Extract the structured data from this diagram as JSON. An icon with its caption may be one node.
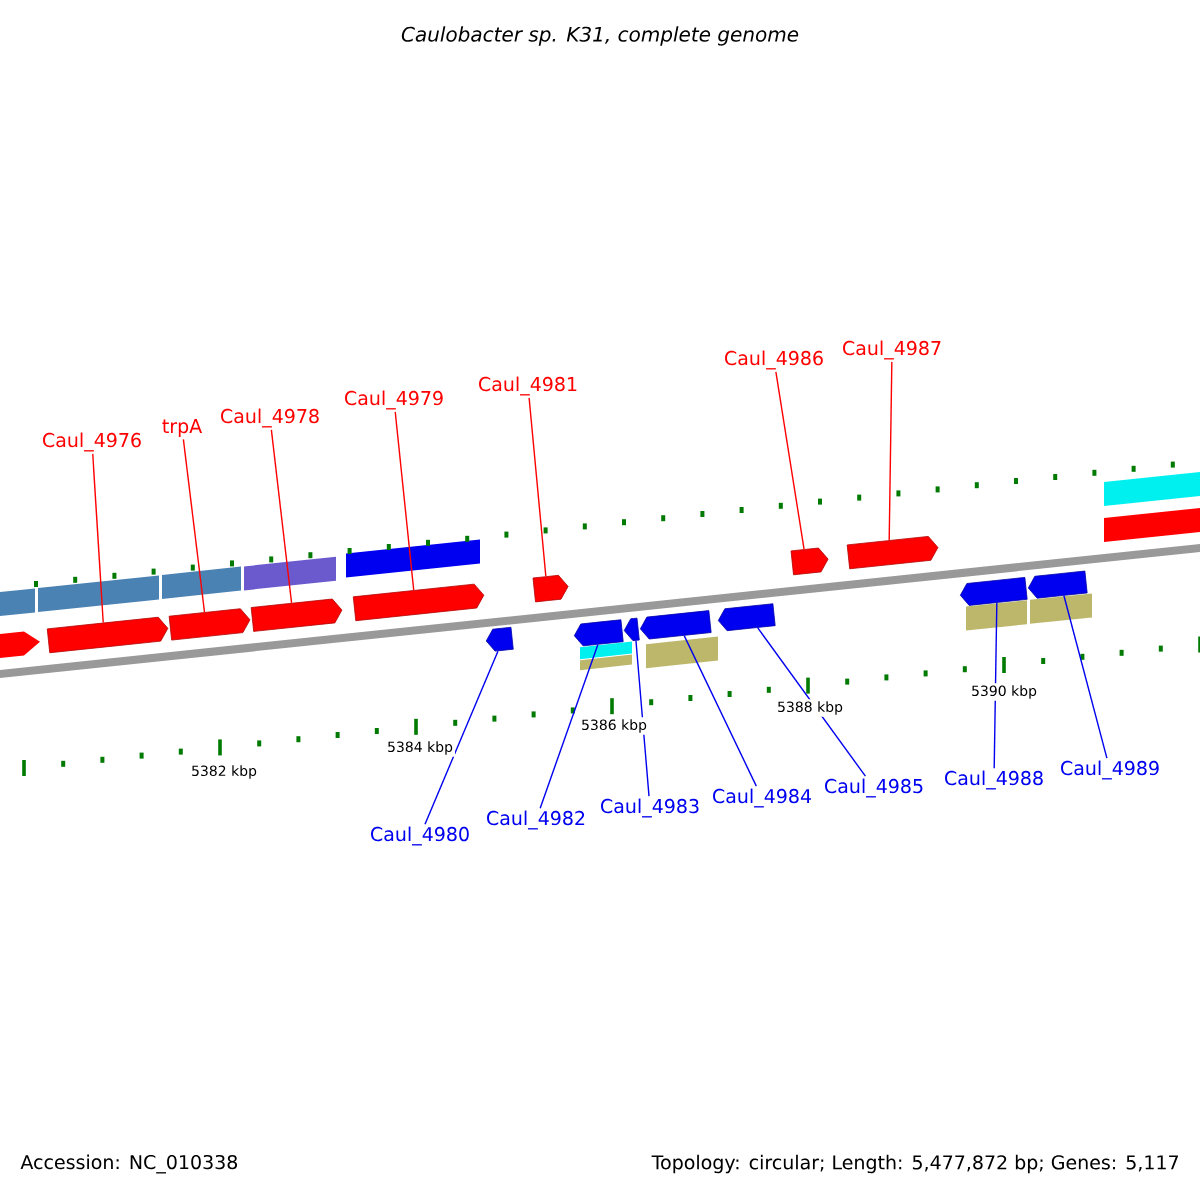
{
  "diagram": {
    "title": "Caulobacter sp. K31, complete genome",
    "nodes": [
      {
        "text": [
          "Caul_4976"
        ]
      },
      {
        "text": [
          "trpA"
        ]
      },
      {
        "text": [
          "Caul_4978"
        ]
      },
      {
        "text": [
          "Caul_4979"
        ]
      },
      {
        "text": [
          "Caul_4981"
        ]
      },
      {
        "text": [
          "Caul_4986"
        ]
      },
      {
        "text": [
          "Caul_4987"
        ]
      },
      {
        "text": [
          "Caul_4980"
        ]
      },
      {
        "text": [
          "Caul_4982"
        ]
      },
      {
        "text": [
          "Caul_4983"
        ]
      },
      {
        "text": [
          "Caul_4984"
        ]
      },
      {
        "text": [
          "Caul_4985"
        ]
      },
      {
        "text": [
          "Caul_4988"
        ]
      },
      {
        "text": [
          "Caul_4989"
        ]
      },
      {
        "text": [],
        "shape": "arrow"
      },
      {
        "text": [],
        "shape": "arrow"
      },
      {
        "text": [],
        "shape": "arrow"
      },
      {
        "text": [],
        "shape": "arrow"
      },
      {
        "text": [],
        "shape": "arrow"
      },
      {
        "text": [],
        "shape": "arrow"
      },
      {
        "text": [],
        "shape": "arrow"
      },
      {
        "text": [],
        "shape": "arrow"
      },
      {
        "text": [],
        "shape": "arrow"
      },
      {
        "text": [],
        "shape": "arrow"
      },
      {
        "text": [],
        "shape": "arrow"
      },
      {
        "text": [],
        "shape": "arrow"
      },
      {
        "text": [],
        "shape": "arrow"
      },
      {
        "text": [],
        "shape": "arrow"
      }
    ],
    "edges": [
      {
        "from": 0,
        "to": 14,
        "arrow": "none",
        "color": "#ff0000"
      },
      {
        "from": 1,
        "to": 15,
        "arrow": "none",
        "color": "#ff0000"
      },
      {
        "from": 2,
        "to": 16,
        "arrow": "none",
        "color": "#ff0000"
      },
      {
        "from": 3,
        "to": 17,
        "arrow": "none",
        "color": "#ff0000"
      },
      {
        "from": 4,
        "to": 18,
        "arrow": "none",
        "color": "#ff0000"
      },
      {
        "from": 5,
        "to": 19,
        "arrow": "none",
        "color": "#ff0000"
      },
      {
        "from": 6,
        "to": 20,
        "arrow": "none",
        "color": "#ff0000"
      },
      {
        "from": 7,
        "to": 21,
        "arrow": "none",
        "color": "#0000f0"
      },
      {
        "from": 8,
        "to": 22,
        "arrow": "none",
        "color": "#0000f0"
      },
      {
        "from": 9,
        "to": 23,
        "arrow": "none",
        "color": "#0000f0"
      },
      {
        "from": 10,
        "to": 24,
        "arrow": "none",
        "color": "#0000f0"
      },
      {
        "from": 11,
        "to": 25,
        "arrow": "none",
        "color": "#0000f0"
      },
      {
        "from": 12,
        "to": 26,
        "arrow": "none",
        "color": "#0000f0"
      },
      {
        "from": 13,
        "to": 27,
        "arrow": "none",
        "color": "#0000f0"
      }
    ],
    "labels": [
      "5382 kbp",
      "5384 kbp",
      "5386 kbp",
      "5388 kbp",
      "5390 kbp",
      "Accession: NC_010338",
      "Topology: circular; Length: 5,477,872 bp; Genes: 5,117"
    ]
  }
}
